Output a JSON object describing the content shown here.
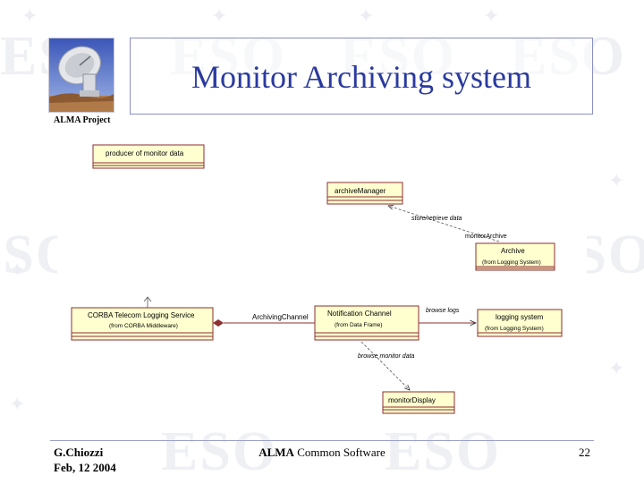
{
  "slide": {
    "title": "Monitor Archiving system",
    "project": "ALMA Project",
    "logo_icon": "radio-telescope-antenna",
    "watermark": "ESO",
    "background_star_glyph": "✦"
  },
  "footer": {
    "author": "G.Chiozzi",
    "date": "Feb, 12 2004",
    "center_bold": "ALMA",
    "center_rest": " Common Software",
    "page": "22"
  },
  "diagram": {
    "classes": [
      {
        "id": "producer",
        "name": "producer of monitor data",
        "stereotype": ""
      },
      {
        "id": "archive-manager",
        "name": "archiveManager",
        "stereotype": ""
      },
      {
        "id": "archive",
        "name": "Archive",
        "stereotype": "(from Logging System)"
      },
      {
        "id": "corba-logging",
        "name": "CORBA Telecom Logging Service",
        "stereotype": "(from CORBA Middleware)"
      },
      {
        "id": "notification-channel",
        "name": "Notification Channel",
        "stereotype": "(from Data Frame)"
      },
      {
        "id": "logging-system",
        "name": "logging system",
        "stereotype": "(from Logging System)"
      },
      {
        "id": "monitor-display",
        "name": "monitorDisplay",
        "stereotype": ""
      }
    ],
    "relationships": [
      {
        "label": "store/retrieve data",
        "from": "archive",
        "to": "archive-manager"
      },
      {
        "label": "monitorArchive",
        "from": "archive",
        "to": "archive-manager"
      },
      {
        "label": "ArchivingChannel",
        "from": "notification-channel",
        "to": "corba-logging"
      },
      {
        "label": "browse logs",
        "from": "notification-channel",
        "to": "logging-system"
      },
      {
        "label": "browse monitor data",
        "from": "notification-channel",
        "to": "monitor-display"
      }
    ]
  }
}
